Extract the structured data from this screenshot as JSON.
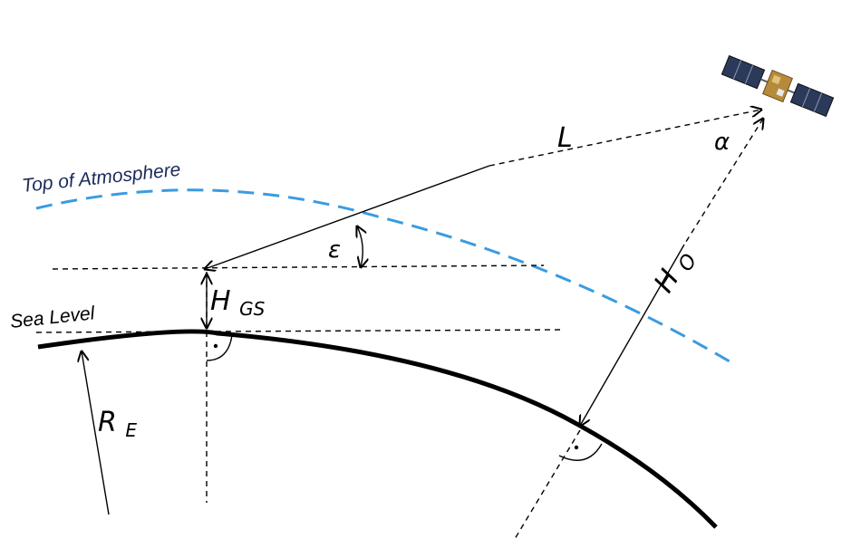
{
  "labels": {
    "top_of_atmosphere": "Top of Atmosphere",
    "sea_level": "Sea Level",
    "slant_range": "L",
    "nadir_angle": "α",
    "elevation_angle": "ε",
    "station_height_main": "H",
    "station_height_sub": "GS",
    "orbit_height_main": "H",
    "orbit_height_sub": "O",
    "earth_radius_main": "R",
    "earth_radius_sub": "E",
    "right_angle_dot": "·"
  },
  "colors": {
    "atmosphere": "#3a9be0",
    "atmosphere_label": "#1a2a5c",
    "lines": "#000000",
    "satellite_panel": "#2c3a5a",
    "satellite_body": "#b58a3a"
  },
  "icons": {
    "satellite": "satellite-icon"
  }
}
